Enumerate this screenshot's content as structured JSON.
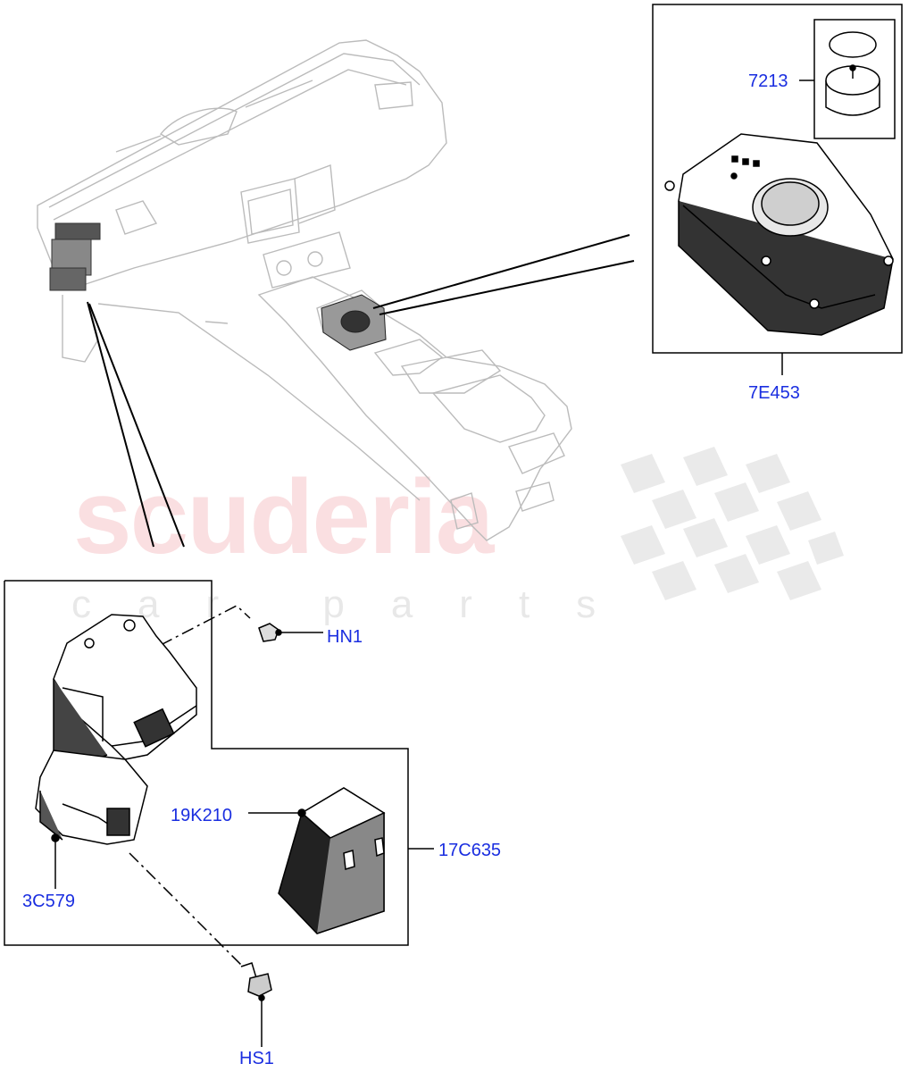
{
  "watermark": {
    "brand": "scuderia",
    "subtitle": "car parts"
  },
  "callouts": [
    {
      "id": "7213",
      "text": "7213"
    },
    {
      "id": "7E453",
      "text": "7E453"
    },
    {
      "id": "HN1",
      "text": "HN1"
    },
    {
      "id": "19K210",
      "text": "19K210"
    },
    {
      "id": "17C635",
      "text": "17C635"
    },
    {
      "id": "3C579",
      "text": "3C579"
    },
    {
      "id": "HS1",
      "text": "HS1"
    }
  ],
  "colors": {
    "callout": "#1a2ee0",
    "line": "#000000",
    "ghost": "#bbbbbb"
  }
}
